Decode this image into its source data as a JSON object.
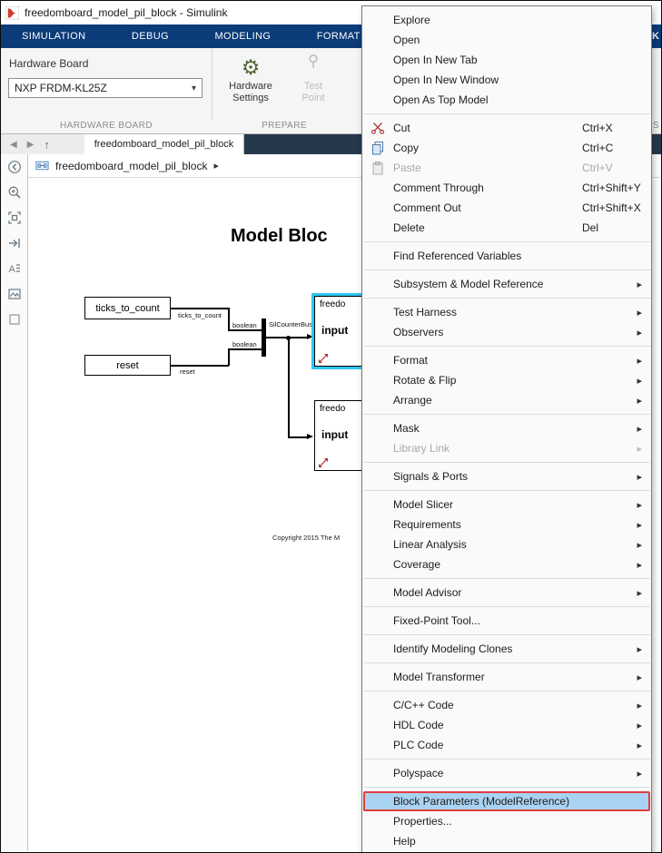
{
  "window": {
    "title": "freedomboard_model_pil_block - Simulink"
  },
  "ribbon": {
    "tabs": [
      "SIMULATION",
      "DEBUG",
      "MODELING",
      "FORMAT"
    ],
    "right_partial_tab": "CK"
  },
  "toolstrip": {
    "hardware_board_label": "Hardware Board",
    "hardware_board_value": "NXP FRDM-KL25Z",
    "hardware_board_caption": "HARDWARE BOARD",
    "hardware_settings_line1": "Hardware",
    "hardware_settings_line2": "Settings",
    "test_point_line1": "Test",
    "test_point_line2": "Point",
    "prepare_caption": "PREPARE",
    "right_partial_caption": "ES"
  },
  "tabbar": {
    "document_tab": "freedomboard_model_pil_block"
  },
  "breadcrumb": {
    "path": "freedomboard_model_pil_block",
    "separator": "▸"
  },
  "icons": {
    "caret_down": "▾",
    "submenu_arrow": "▸",
    "back_arrow": "◀",
    "forward_arrow": "▶",
    "up_arrow": "↑",
    "gear": "⚙"
  },
  "sidebar": {
    "icons": [
      "hide-browser-icon",
      "zoom-icon",
      "fit-to-view-icon",
      "navigate-forward-icon",
      "annotation-icon",
      "viewmarks-icon",
      "select-area-icon"
    ]
  },
  "canvas": {
    "title": "Model Bloc",
    "blocks": {
      "ticks": "ticks_to_count",
      "reset": "reset"
    },
    "signal_labels": {
      "ticks": "ticks_to_count",
      "boolean_top": "boolean",
      "boolean_bottom": "boolean",
      "reset": "reset",
      "bus": "SilCounterBus"
    },
    "model_blocks": [
      {
        "name": "freedo",
        "port": "input"
      },
      {
        "name": "freedo",
        "port": "input"
      }
    ],
    "copyright": "Copyright 2015 The M"
  },
  "context_menu": {
    "items": [
      {
        "label": "Explore"
      },
      {
        "label": "Open"
      },
      {
        "label": "Open In New Tab"
      },
      {
        "label": "Open In New Window"
      },
      {
        "label": "Open As Top Model"
      },
      {
        "separator": true
      },
      {
        "label": "Cut",
        "shortcut": "Ctrl+X",
        "icon": "cut-icon"
      },
      {
        "label": "Copy",
        "shortcut": "Ctrl+C",
        "icon": "copy-icon"
      },
      {
        "label": "Paste",
        "shortcut": "Ctrl+V",
        "icon": "paste-icon",
        "disabled": true
      },
      {
        "label": "Comment Through",
        "shortcut": "Ctrl+Shift+Y"
      },
      {
        "label": "Comment Out",
        "shortcut": "Ctrl+Shift+X"
      },
      {
        "label": "Delete",
        "shortcut": "Del"
      },
      {
        "separator": true
      },
      {
        "label": "Find Referenced Variables"
      },
      {
        "separator": true
      },
      {
        "label": "Subsystem & Model Reference",
        "submenu": true
      },
      {
        "separator": true
      },
      {
        "label": "Test Harness",
        "submenu": true
      },
      {
        "label": "Observers",
        "submenu": true
      },
      {
        "separator": true
      },
      {
        "label": "Format",
        "submenu": true
      },
      {
        "label": "Rotate & Flip",
        "submenu": true
      },
      {
        "label": "Arrange",
        "submenu": true
      },
      {
        "separator": true
      },
      {
        "label": "Mask",
        "submenu": true
      },
      {
        "label": "Library Link",
        "submenu": true,
        "disabled": true
      },
      {
        "separator": true
      },
      {
        "label": "Signals & Ports",
        "submenu": true
      },
      {
        "separator": true
      },
      {
        "label": "Model Slicer",
        "submenu": true
      },
      {
        "label": "Requirements",
        "submenu": true
      },
      {
        "label": "Linear Analysis",
        "submenu": true
      },
      {
        "label": "Coverage",
        "submenu": true
      },
      {
        "separator": true
      },
      {
        "label": "Model Advisor",
        "submenu": true
      },
      {
        "separator": true
      },
      {
        "label": "Fixed-Point Tool..."
      },
      {
        "separator": true
      },
      {
        "label": "Identify Modeling Clones",
        "submenu": true
      },
      {
        "separator": true
      },
      {
        "label": "Model Transformer",
        "submenu": true
      },
      {
        "separator": true
      },
      {
        "label": "C/C++ Code",
        "submenu": true
      },
      {
        "label": "HDL Code",
        "submenu": true
      },
      {
        "label": "PLC Code",
        "submenu": true
      },
      {
        "separator": true
      },
      {
        "label": "Polyspace",
        "submenu": true
      },
      {
        "separator": true
      },
      {
        "label": "Block Parameters (ModelReference)",
        "highlighted": true
      },
      {
        "label": "Properties..."
      },
      {
        "label": "Help"
      }
    ]
  },
  "colors": {
    "ribbon_bg": "#0b3b78",
    "tabbar_bg": "#26384c",
    "selection_cyan": "#2fc5f2",
    "menu_highlight_bg": "#a9d3f2",
    "annotation_red": "#e23d3d"
  }
}
